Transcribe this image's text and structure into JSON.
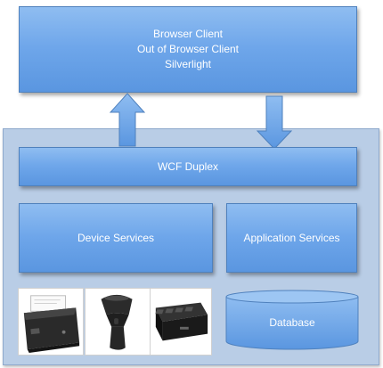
{
  "client": {
    "lines": [
      "Browser Client",
      "Out of Browser Client",
      "Silverlight"
    ]
  },
  "server": {
    "wcf_label": "WCF Duplex",
    "device_services_label": "Device Services",
    "application_services_label": "Application Services",
    "database_label": "Database"
  },
  "devices": [
    {
      "icon": "receipt-printer-icon"
    },
    {
      "icon": "barcode-scanner-icon"
    },
    {
      "icon": "cash-drawer-icon"
    }
  ],
  "colors": {
    "box_fill": "#6ea6ea",
    "box_border": "#4f81bd",
    "container_fill": "#b9cde6",
    "text": "#ffffff"
  }
}
